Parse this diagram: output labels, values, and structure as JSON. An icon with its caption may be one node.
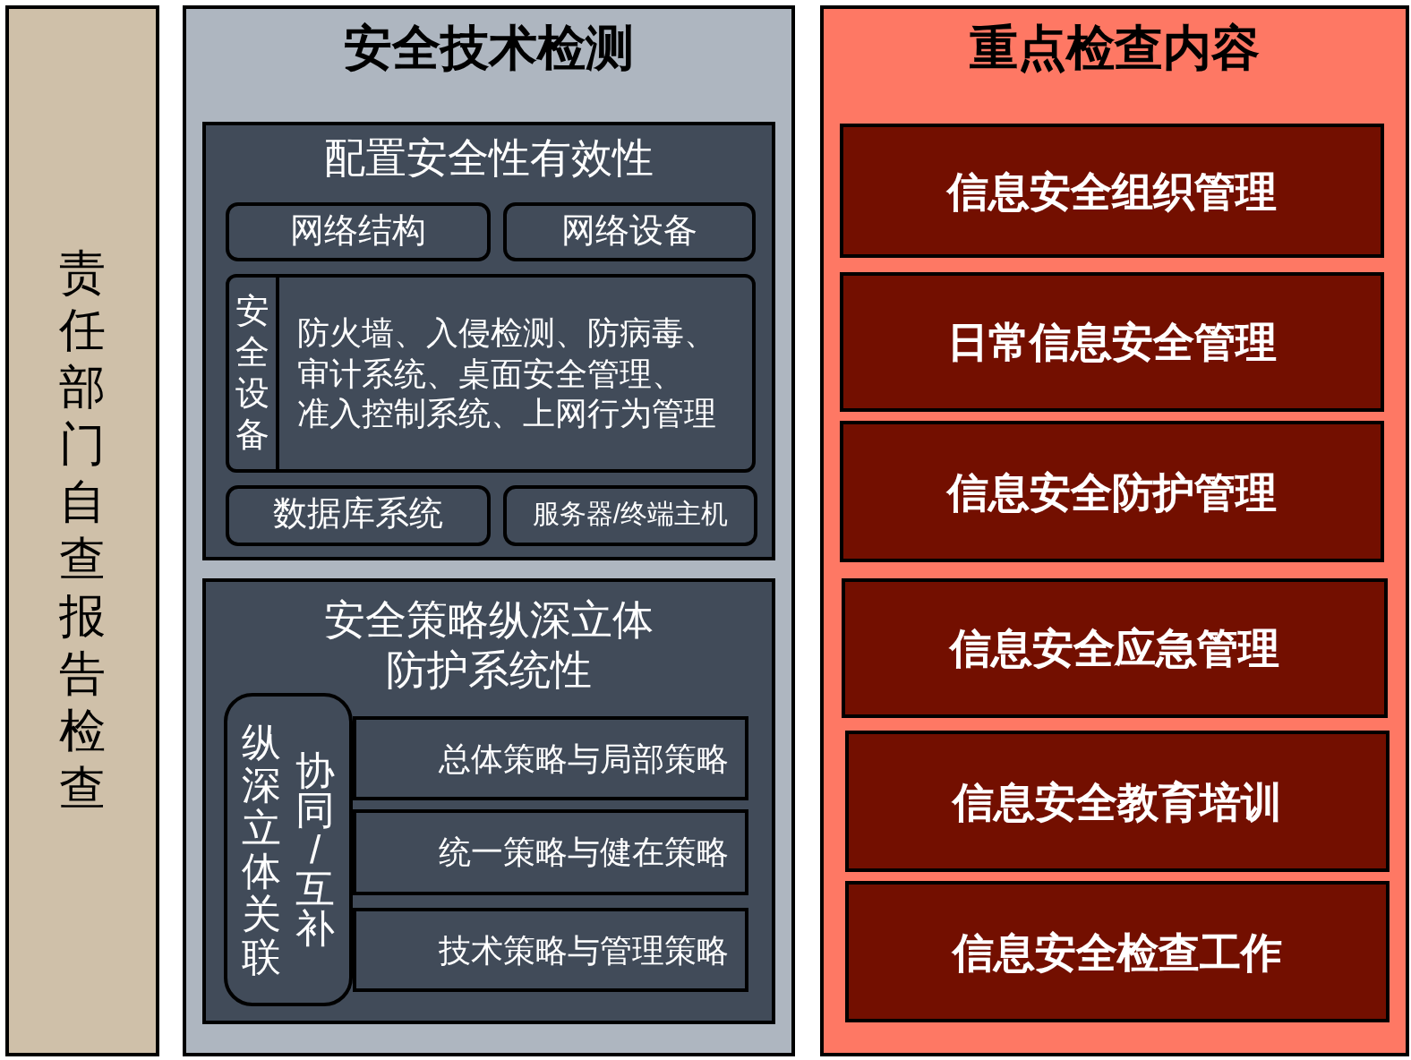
{
  "diagram": {
    "nodes": [
      {
        "text": [
          "责任部门自查报告检查"
        ]
      },
      {
        "text": [
          "安全技术检测"
        ]
      },
      {
        "text": [
          "配置安全性有效性"
        ],
        "in": 1
      },
      {
        "text": [
          "网络结构"
        ],
        "in": 2
      },
      {
        "text": [
          "网络设备"
        ],
        "in": 2
      },
      {
        "text": [
          "安全设备",
          "防火墙、入侵检测、防病毒、审计系统、桌面安全管理、准入控制系统、上网行为管理"
        ],
        "in": 2
      },
      {
        "text": [
          "数据库系统"
        ],
        "in": 2
      },
      {
        "text": [
          "服务器/终端主机"
        ],
        "in": 2
      },
      {
        "text": [
          "安全策略纵深立体防护系统性"
        ],
        "in": 1
      },
      {
        "text": [
          "纵深立体关联",
          "协同/互补"
        ],
        "in": 8
      },
      {
        "text": [
          "总体策略与局部策略"
        ],
        "in": 8
      },
      {
        "text": [
          "统一策略与健在策略"
        ],
        "in": 8
      },
      {
        "text": [
          "技术策略与管理策略"
        ],
        "in": 8
      },
      {
        "text": [
          "重点检查内容"
        ]
      },
      {
        "text": [
          "信息安全组织管理"
        ],
        "in": 13
      },
      {
        "text": [
          "日常信息安全管理"
        ],
        "in": 13
      },
      {
        "text": [
          "信息安全防护管理"
        ],
        "in": 13
      },
      {
        "text": [
          "信息安全应急管理"
        ],
        "in": 13
      },
      {
        "text": [
          "信息安全教育培训"
        ],
        "in": 13
      },
      {
        "text": [
          "信息安全检查工作"
        ],
        "in": 13
      }
    ]
  }
}
